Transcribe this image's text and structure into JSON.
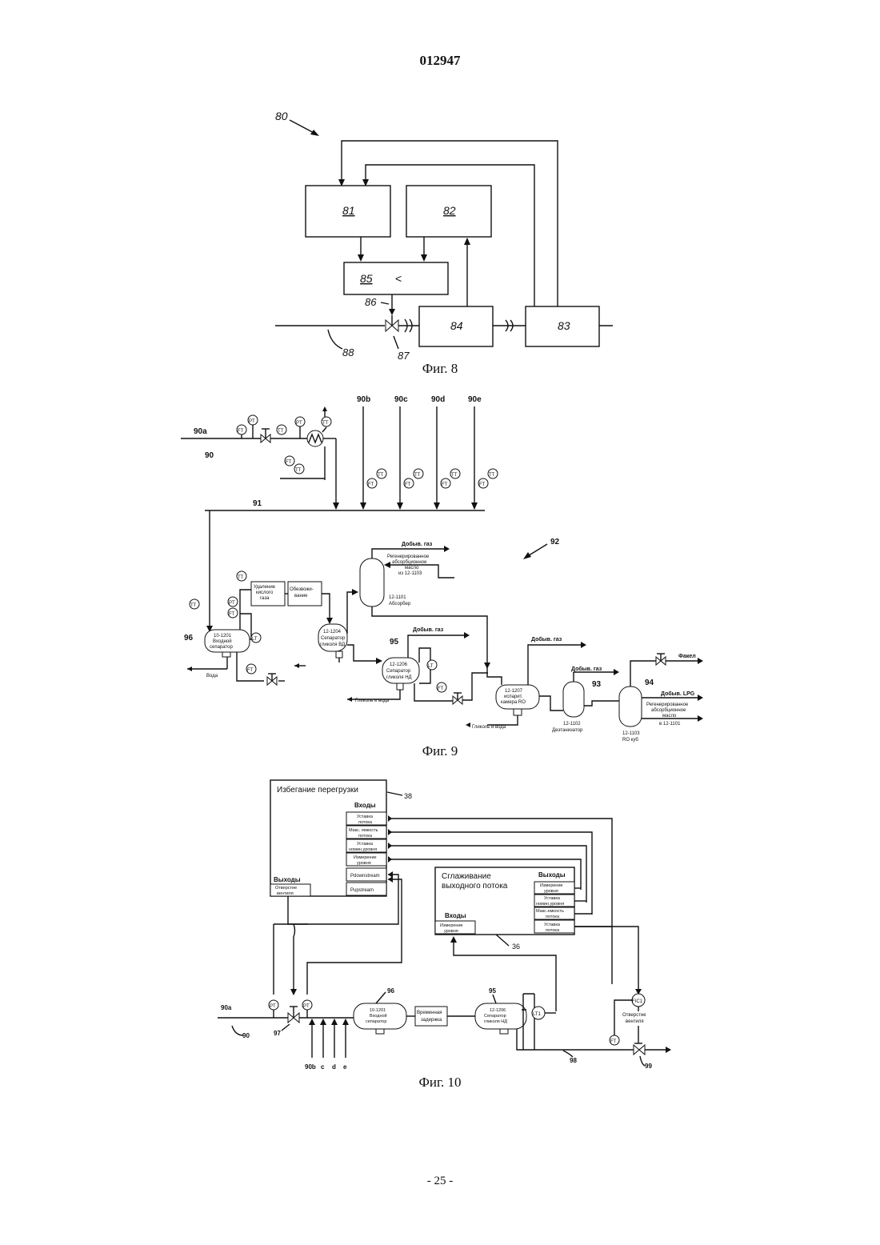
{
  "header": {
    "doc_number": "012947"
  },
  "fig8": {
    "caption": "Фиг. 8",
    "refs": {
      "r80": "80",
      "r81": "81",
      "r82": "82",
      "r85": "85",
      "r85_sign": "<",
      "r86": "86",
      "r84": "84",
      "r83": "83",
      "r87": "87",
      "r88": "88"
    }
  },
  "fig9": {
    "caption": "Фиг. 9",
    "lines": {
      "l90a": "90a",
      "l90": "90",
      "l90b": "90b",
      "l90c": "90c",
      "l90d": "90d",
      "l90e": "90e",
      "l91": "91",
      "l92": "92",
      "l93": "93",
      "l94": "94",
      "l95": "95",
      "l96": "96"
    },
    "instruments": {
      "tt": "TT",
      "ft": "FT",
      "pt": "PT",
      "lt": "LT"
    },
    "boxes": {
      "acid_removal": [
        "Удаление",
        "кислого",
        "газа"
      ],
      "dehydration": [
        "Обезвожи-",
        "вание"
      ]
    },
    "vessels": {
      "inlet_sep": [
        "10-1201",
        "Входной",
        "сепаратор"
      ],
      "hp_glycol": [
        "12-1204",
        "Сепаратор",
        "гликоля ВД"
      ],
      "lp_glycol": [
        "12-1206",
        "Сепаратор",
        "гликоля НД"
      ],
      "absorber": [
        "12-1101",
        "Абсорбер"
      ],
      "ro_flash": [
        "12-1207",
        "испарит.",
        "камера RO"
      ],
      "deethanizer": [
        "12-1102",
        "Деэтанизатор"
      ],
      "ro_still": [
        "12-1103",
        "RO куб"
      ]
    },
    "streams": {
      "gas_top": "Добыв. газ",
      "regen_oil_in": [
        "Регенерированное",
        "абсорбционное",
        "масло",
        "из 12-1103"
      ],
      "gas_lp": "Добыв. газ",
      "gas_flash": "Добыв. газ",
      "gas_deeth": "Добыв. газ",
      "flare": "Факел",
      "lpg": "Добыв. LPG",
      "regen_oil_out": [
        "Регенерированное",
        "абсорбционное",
        "масло",
        "в 12-1101"
      ],
      "water": "Вода",
      "glycol_water_1": "Гликоль и вода",
      "glycol_water_2": "Гликоль и вода"
    }
  },
  "fig10": {
    "caption": "Фиг. 10",
    "overload": {
      "title": "Избегание перегрузки",
      "ref": "38",
      "inputs_label": "Входы",
      "inputs": [
        [
          "Уставка",
          "потока"
        ],
        [
          "Макс. емкость",
          "потока"
        ],
        [
          "Уставка",
          "номин.уровня"
        ],
        [
          "Измерение",
          "уровня"
        ],
        [
          "Pdownstream"
        ],
        [
          "Pupstream"
        ]
      ],
      "outputs_label": "Выходы",
      "outputs": [
        [
          "Отверстие",
          "вентиля"
        ]
      ]
    },
    "smoothing": {
      "title": [
        "Сглаживание",
        "выходного потока"
      ],
      "ref": "36",
      "outputs_label": "Выходы",
      "outputs": [
        [
          "Измерение",
          "уровня"
        ],
        [
          "Уставка",
          "номин.уровня"
        ],
        [
          "Макс.емкость",
          "потока"
        ],
        [
          "Уставка",
          "потока"
        ]
      ],
      "inputs_label": "Входы",
      "inputs": [
        [
          "Измерение",
          "уровня"
        ]
      ]
    },
    "vessels": {
      "inlet_sep": [
        "10-1201",
        "Входной",
        "сепаратор"
      ],
      "lp_glycol": [
        "12-1206",
        "Сепаратор",
        "гликоля НД"
      ]
    },
    "delay": [
      "Временная",
      "задержка"
    ],
    "instruments": {
      "pt": "PT",
      "lt": "LT1",
      "fic": "FIC1",
      "ft": "FT"
    },
    "valve_label": [
      "Отверстие",
      "вентиля"
    ],
    "refs": {
      "r90a": "90a",
      "r90": "90",
      "r97": "97",
      "r96": "96",
      "r95": "95",
      "r98": "98",
      "r99": "99",
      "r90b": "90b",
      "rc": "c",
      "rd": "d",
      "re": "e"
    }
  },
  "footer": {
    "page": "- 25 -"
  }
}
